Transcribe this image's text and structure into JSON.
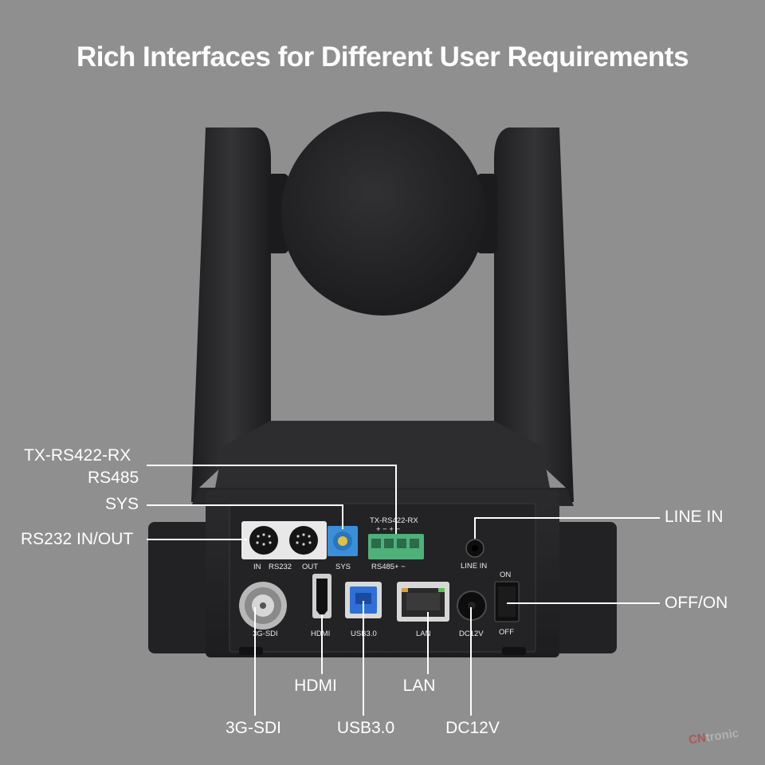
{
  "headline": "Rich Interfaces for Different User Requirements",
  "callouts": {
    "tx_rs422_rx": "TX-RS422-RX",
    "rs485": "RS485",
    "sys": "SYS",
    "rs232": "RS232 IN/OUT",
    "line_in": "LINE IN",
    "off_on": "OFF/ON",
    "hdmi": "HDMI",
    "lan": "LAN",
    "sdi": "3G-SDI",
    "usb": "USB3.0",
    "dc12v": "DC12V"
  },
  "panel_labels": {
    "rs232_in": "IN",
    "rs232": "RS232",
    "rs232_out": "OUT",
    "sys": "SYS",
    "terminal_top": "TX-RS422-RX",
    "terminal_signs": "+  −  +  −",
    "terminal_bottom": "RS485+  −",
    "line_in": "LINE  IN",
    "on": "ON",
    "off": "OFF",
    "sdi": "3G-SDI",
    "hdmi": "HDMI",
    "usb": "USB3.0",
    "lan": "LAN",
    "dc12v": "DC12V"
  },
  "colors": {
    "background": "#8f8f8f",
    "camera_body": "#2a2a2c",
    "usb_port": "#2f6fd6",
    "terminal_block": "#4fb07a",
    "sys_dial": "#3a8fd8"
  },
  "watermark": {
    "prefix": "CN",
    "suffix": "tronic"
  }
}
